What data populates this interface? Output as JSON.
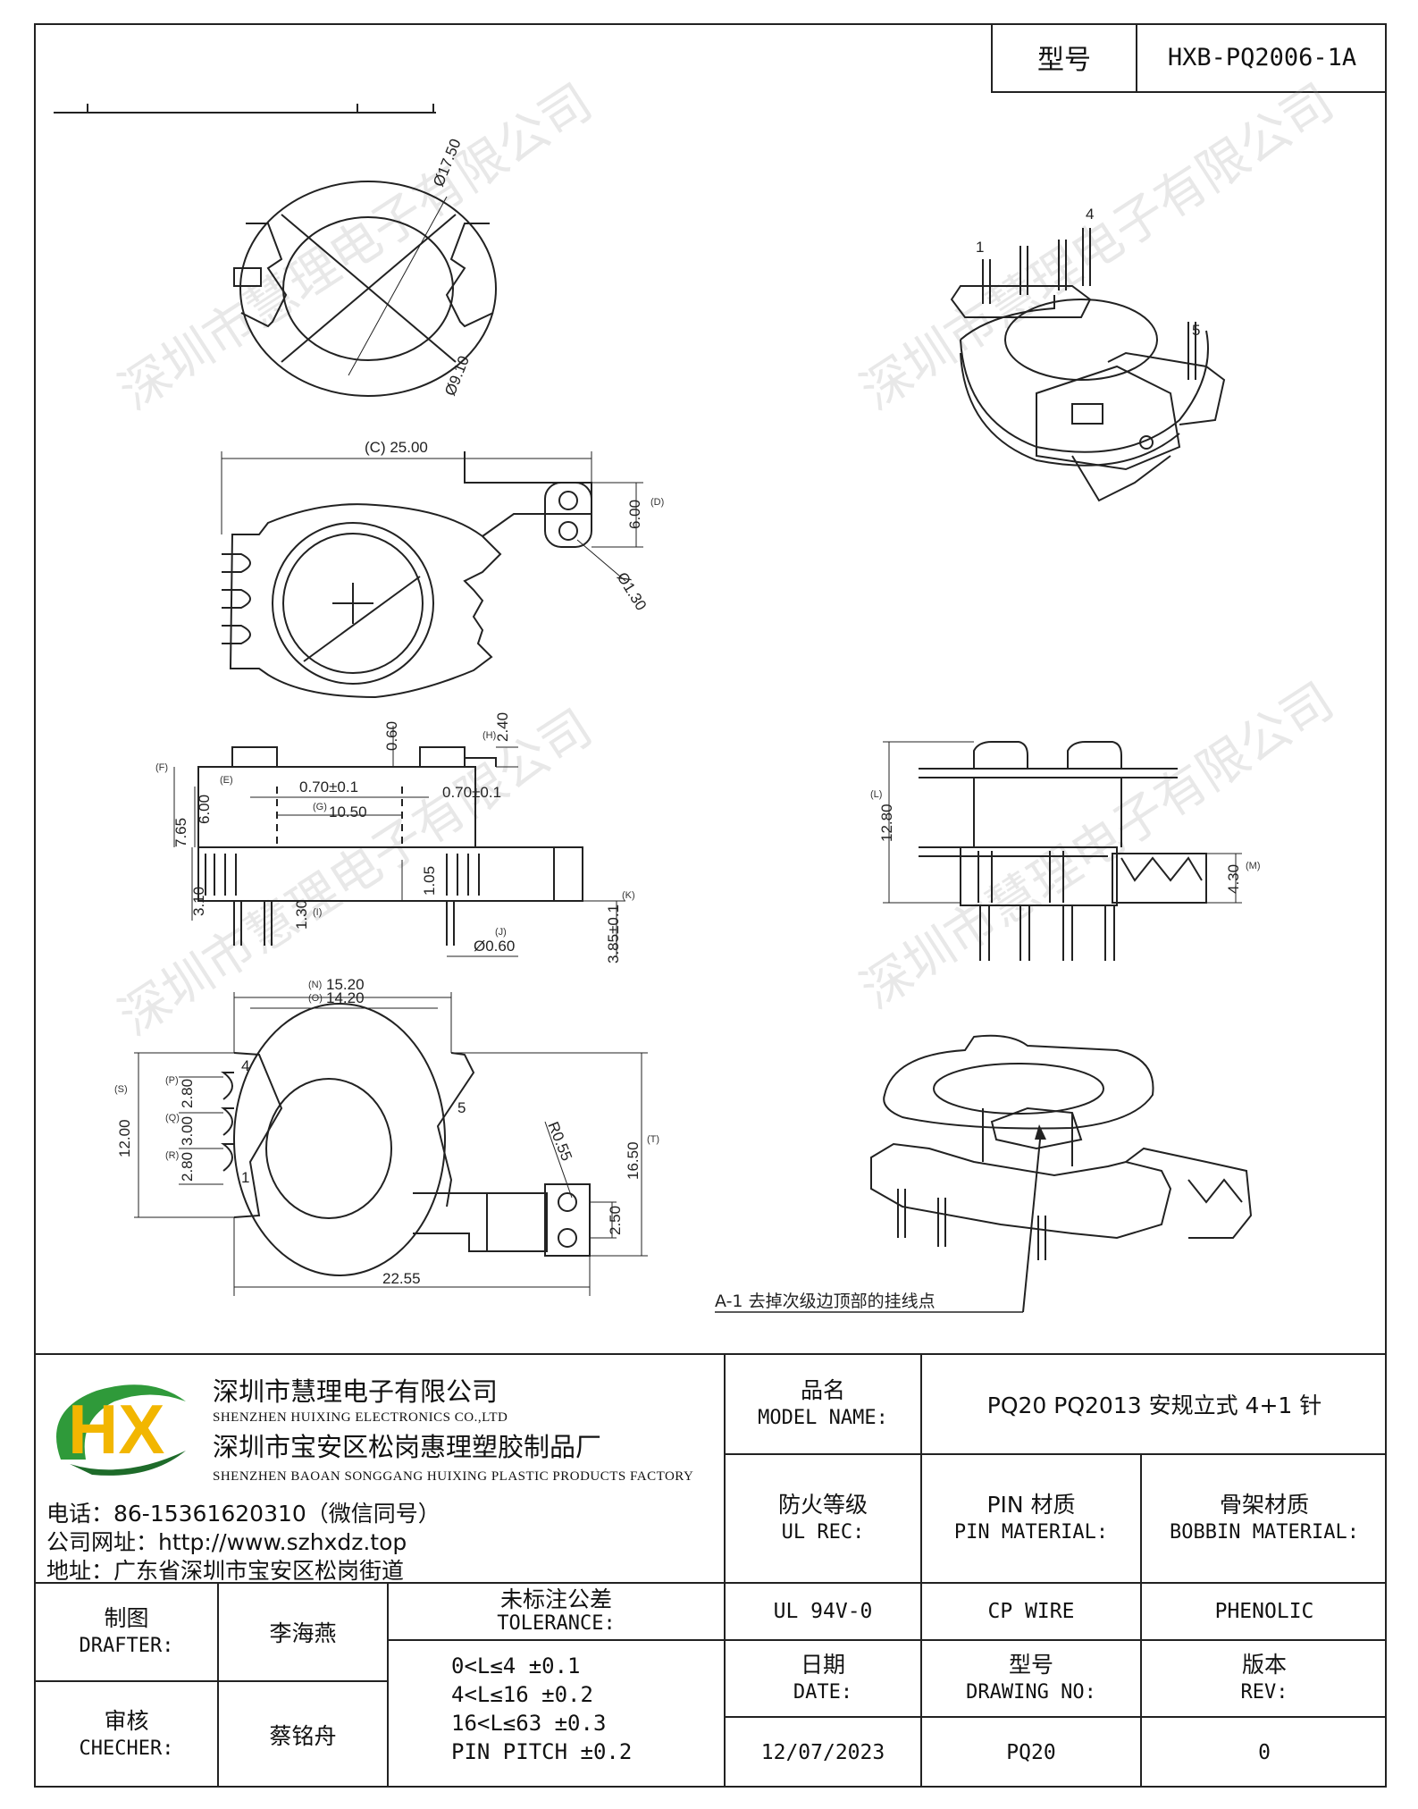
{
  "header": {
    "model_label": "型号",
    "model_value": "HXB-PQ2006-1A"
  },
  "watermark": "深圳市慧理电子有限公司",
  "drawing": {
    "dims": {
      "d_a": "Ø17.50",
      "d_b": "Ø9.10",
      "c": "(C) 25.00",
      "d": "6.00",
      "d_tag": "(D)",
      "d130": "Ø1.30",
      "h_240": "2.40",
      "h_tag": "(H)",
      "h_060": "0.60",
      "f": "7.65",
      "f_tag": "(F)",
      "e": "6.00",
      "e_tag": "(E)",
      "g1": "0.70±0.1",
      "g2": "0.70±0.1",
      "g": "10.50",
      "g_tag": "(G)",
      "h105": "1.05",
      "h310": "3.10",
      "i": "1.30",
      "i_tag": "(I)",
      "j": "Ø0.60",
      "j_tag": "(J)",
      "k": "3.85±0.1",
      "k_tag": "(K)",
      "l": "12.80",
      "l_tag": "(L)",
      "m": "4.30",
      "m_tag": "(M)",
      "n": "15.20",
      "n_tag": "(N)",
      "o": "14.20",
      "o_tag": "(O)",
      "s": "12.00",
      "s_tag": "(S)",
      "p": "2.80",
      "p_tag": "(P)",
      "q": "3.00",
      "q_tag": "(Q)",
      "r": "2.80",
      "r_tag": "(R)",
      "r055": "R0.55",
      "t": "16.50",
      "t_tag": "(T)",
      "w250": "2.50",
      "w2255": "22.55"
    },
    "pins": {
      "p1": "1",
      "p4": "4",
      "p5": "5",
      "b1": "1",
      "b4": "4",
      "b5": "5"
    },
    "note": "A-1  去掉次级边顶部的挂线点"
  },
  "title_block": {
    "logo_text": "HX",
    "colors": {
      "logo_green": "#2f9a3a",
      "logo_yellow": "#f2b600",
      "logo_dark": "#1e6b2a"
    },
    "company": {
      "name_cn": "深圳市慧理电子有限公司",
      "name_en": "SHENZHEN HUIXING ELECTRONICS CO.,LTD",
      "factory_cn": "深圳市宝安区松岗惠理塑胶制品厂",
      "factory_en": "SHENZHEN BAOAN SONGGANG HUIXING PLASTIC PRODUCTS FACTORY",
      "phone": "电话：86-15361620310（微信同号）",
      "website": "公司网址：http://www.szhxdz.top",
      "address": "地址：广东省深圳市宝安区松岗街道"
    },
    "model_name": {
      "label_cn": "品名",
      "label_en": "MODEL NAME:",
      "value": "PQ20 PQ2013 安规立式 4+1 针"
    },
    "ul_rec": {
      "label_cn": "防火等级",
      "label_en": "UL REC:",
      "value": "UL 94V-0"
    },
    "pin_material": {
      "label_cn": "PIN 材质",
      "label_en": "PIN MATERIAL:",
      "value": "CP WIRE"
    },
    "bobbin_material": {
      "label_cn": "骨架材质",
      "label_en": "BOBBIN MATERIAL:",
      "value": "PHENOLIC"
    },
    "drafter": {
      "label_cn": "制图",
      "label_en": "DRAFTER:",
      "value": "李海燕"
    },
    "checker": {
      "label_cn": "审核",
      "label_en": "CHECHER:",
      "value": "蔡铭舟"
    },
    "tolerance": {
      "label_cn": "未标注公差",
      "label_en": "TOLERANCE:",
      "rows": [
        "0<L≤4  ±0.1",
        "4<L≤16 ±0.2",
        "16<L≤63 ±0.3",
        "PIN PITCH ±0.2"
      ]
    },
    "date": {
      "label_cn": "日期",
      "label_en": "DATE:",
      "value": "12/07/2023"
    },
    "drawing_no": {
      "label_cn": "型号",
      "label_en": "DRAWING NO:",
      "value": "PQ20"
    },
    "rev": {
      "label_cn": "版本",
      "label_en": "REV:",
      "value": "0"
    }
  }
}
